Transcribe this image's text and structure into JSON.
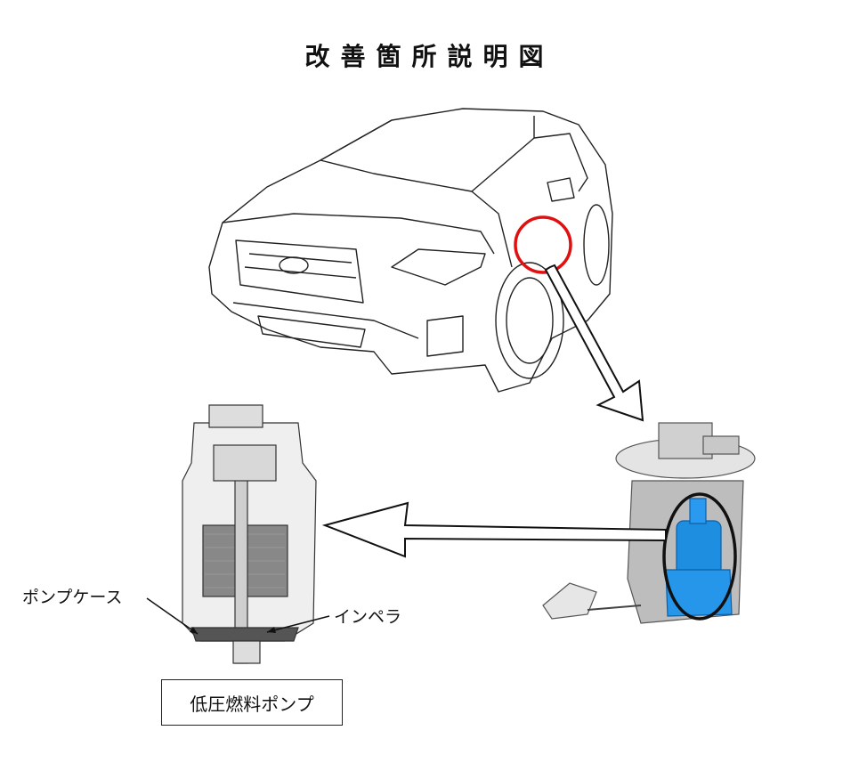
{
  "title": "改善箇所説明図",
  "labels": {
    "pump_case": "ポンプケース",
    "impeller": "インペラ",
    "caption": "低圧燃料ポンプ"
  },
  "colors": {
    "highlight_circle": "#e01010",
    "pump_blue": "#1e8fe0",
    "outline": "#222222"
  }
}
